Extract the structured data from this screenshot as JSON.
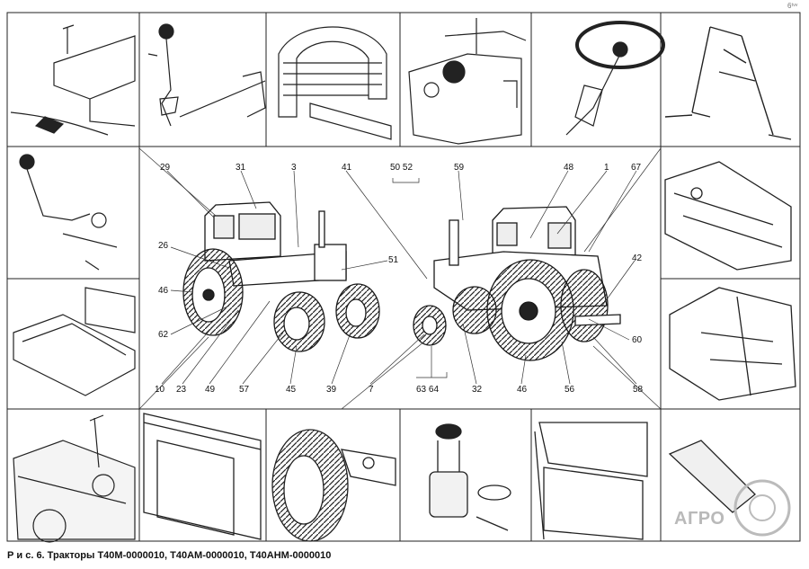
{
  "caption": "Р и с. 6. Тракторы Т40М-0000010, Т40АМ-0000010, Т40АНМ-0000010",
  "watermark": "АГРО",
  "corner_mark": "6ᵗᵛᵛ",
  "callouts": {
    "n29": "29",
    "n31": "31",
    "n3": "3",
    "n41": "41",
    "n50_52": "50 52",
    "n59": "59",
    "n48": "48",
    "n1": "1",
    "n67": "67",
    "n26": "26",
    "n51": "51",
    "n42": "42",
    "n46a": "46",
    "n62": "62",
    "n60": "60",
    "n10": "10",
    "n23": "23",
    "n49": "49",
    "n57": "57",
    "n45": "45",
    "n39": "39",
    "n7": "7",
    "n63_64": "63 64",
    "n32": "32",
    "n46b": "46",
    "n56": "56",
    "n58": "58"
  },
  "colors": {
    "ink": "#1a1a1a",
    "paper": "#ffffff",
    "watermark": "#bdbdbd"
  }
}
